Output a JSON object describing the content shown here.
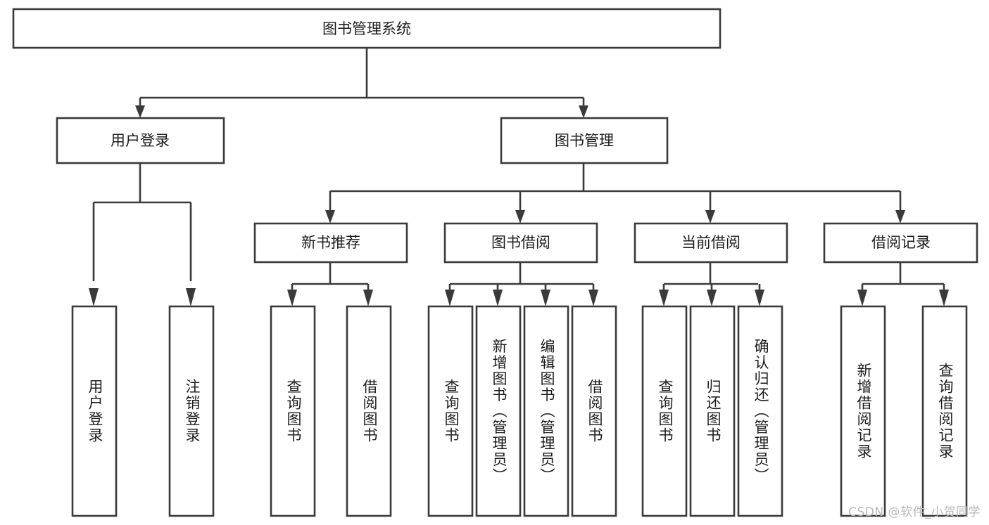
{
  "diagram": {
    "type": "tree",
    "orientation": "top-down",
    "root": {
      "id": "root",
      "label": "图书管理系统",
      "text_orientation": "horizontal"
    },
    "level2": [
      {
        "id": "user-login",
        "label": "用户登录",
        "text_orientation": "horizontal"
      },
      {
        "id": "book-management",
        "label": "图书管理",
        "text_orientation": "horizontal"
      }
    ],
    "level3": [
      {
        "id": "new-book-recommend",
        "label": "新书推荐",
        "parent": "book-management",
        "text_orientation": "horizontal"
      },
      {
        "id": "book-borrow",
        "label": "图书借阅",
        "parent": "book-management",
        "text_orientation": "horizontal"
      },
      {
        "id": "current-borrow",
        "label": "当前借阅",
        "parent": "book-management",
        "text_orientation": "horizontal"
      },
      {
        "id": "borrow-record",
        "label": "借阅记录",
        "parent": "book-management",
        "text_orientation": "horizontal"
      }
    ],
    "leaves": [
      {
        "id": "leaf-user-login",
        "label": "用户登录",
        "parent": "user-login",
        "text_orientation": "vertical"
      },
      {
        "id": "leaf-user-logout",
        "label": "注销登录",
        "parent": "user-login",
        "text_orientation": "vertical"
      },
      {
        "id": "leaf-query-book-1",
        "label": "查询图书",
        "parent": "new-book-recommend",
        "text_orientation": "vertical"
      },
      {
        "id": "leaf-borrow-book-1",
        "label": "借阅图书",
        "parent": "new-book-recommend",
        "text_orientation": "vertical"
      },
      {
        "id": "leaf-query-book-2",
        "label": "查询图书",
        "parent": "book-borrow",
        "text_orientation": "vertical"
      },
      {
        "id": "leaf-add-book",
        "label": "新增图书（管理员）",
        "parent": "book-borrow",
        "text_orientation": "vertical"
      },
      {
        "id": "leaf-edit-book",
        "label": "编辑图书（管理员）",
        "parent": "book-borrow",
        "text_orientation": "vertical"
      },
      {
        "id": "leaf-borrow-book-2",
        "label": "借阅图书",
        "parent": "book-borrow",
        "text_orientation": "vertical"
      },
      {
        "id": "leaf-query-book-3",
        "label": "查询图书",
        "parent": "current-borrow",
        "text_orientation": "vertical"
      },
      {
        "id": "leaf-return-book",
        "label": "归还图书",
        "parent": "current-borrow",
        "text_orientation": "vertical"
      },
      {
        "id": "leaf-confirm-return",
        "label": "确认归还（管理员）",
        "parent": "current-borrow",
        "text_orientation": "vertical"
      },
      {
        "id": "leaf-add-record",
        "label": "新增借阅记录",
        "parent": "borrow-record",
        "text_orientation": "vertical"
      },
      {
        "id": "leaf-query-record",
        "label": "查询借阅记录",
        "parent": "borrow-record",
        "text_orientation": "vertical"
      }
    ]
  },
  "watermark": {
    "text": "CSDN @软件_小贺同学"
  },
  "colors": {
    "box_stroke": "#3a3a3a",
    "box_fill": "#ffffff",
    "text": "#1c1c1c",
    "connector": "#3a3a3a",
    "watermark": "#b9b9b9",
    "background": "#ffffff"
  }
}
